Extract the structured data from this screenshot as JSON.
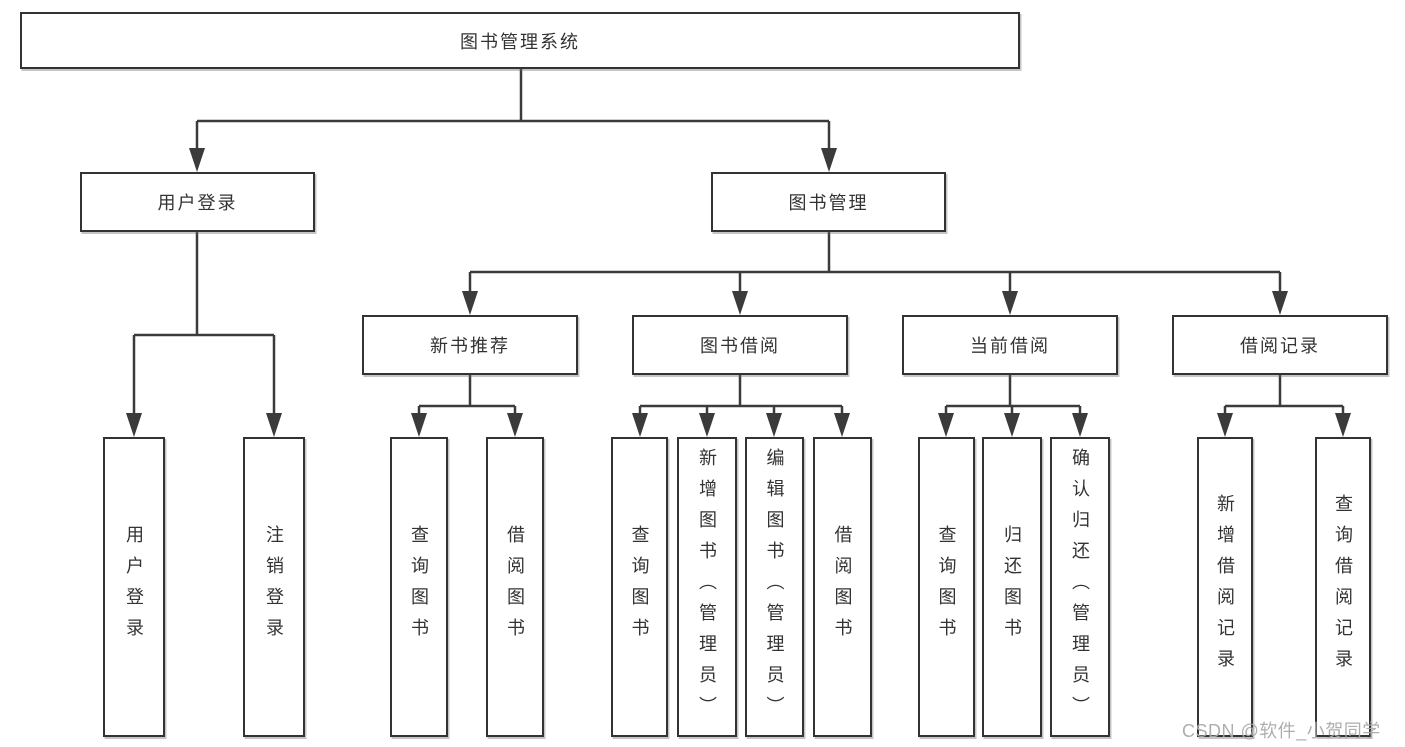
{
  "diagram": {
    "root": {
      "label": "图书管理系统"
    },
    "branches": [
      {
        "label": "用户登录",
        "children": [
          {
            "label": "用户登录"
          },
          {
            "label": "注销登录"
          }
        ]
      },
      {
        "label": "图书管理",
        "children": [
          {
            "label": "新书推荐",
            "children": [
              {
                "label": "查询图书"
              },
              {
                "label": "借阅图书"
              }
            ]
          },
          {
            "label": "图书借阅",
            "children": [
              {
                "label": "查询图书"
              },
              {
                "label": "新增图书（管理员）"
              },
              {
                "label": "编辑图书（管理员）"
              },
              {
                "label": "借阅图书"
              }
            ]
          },
          {
            "label": "当前借阅",
            "children": [
              {
                "label": "查询图书"
              },
              {
                "label": "归还图书"
              },
              {
                "label": "确认归还（管理员）"
              }
            ]
          },
          {
            "label": "借阅记录",
            "children": [
              {
                "label": "新增借阅记录"
              },
              {
                "label": "查询借阅记录"
              }
            ]
          }
        ]
      }
    ]
  },
  "watermark": {
    "text": "CSDN @软件_小贺同学"
  },
  "colors": {
    "line": "#3b3b3b",
    "box_border": "#333333",
    "text": "#333333",
    "watermark": "#aaaaaa",
    "background": "#ffffff"
  }
}
